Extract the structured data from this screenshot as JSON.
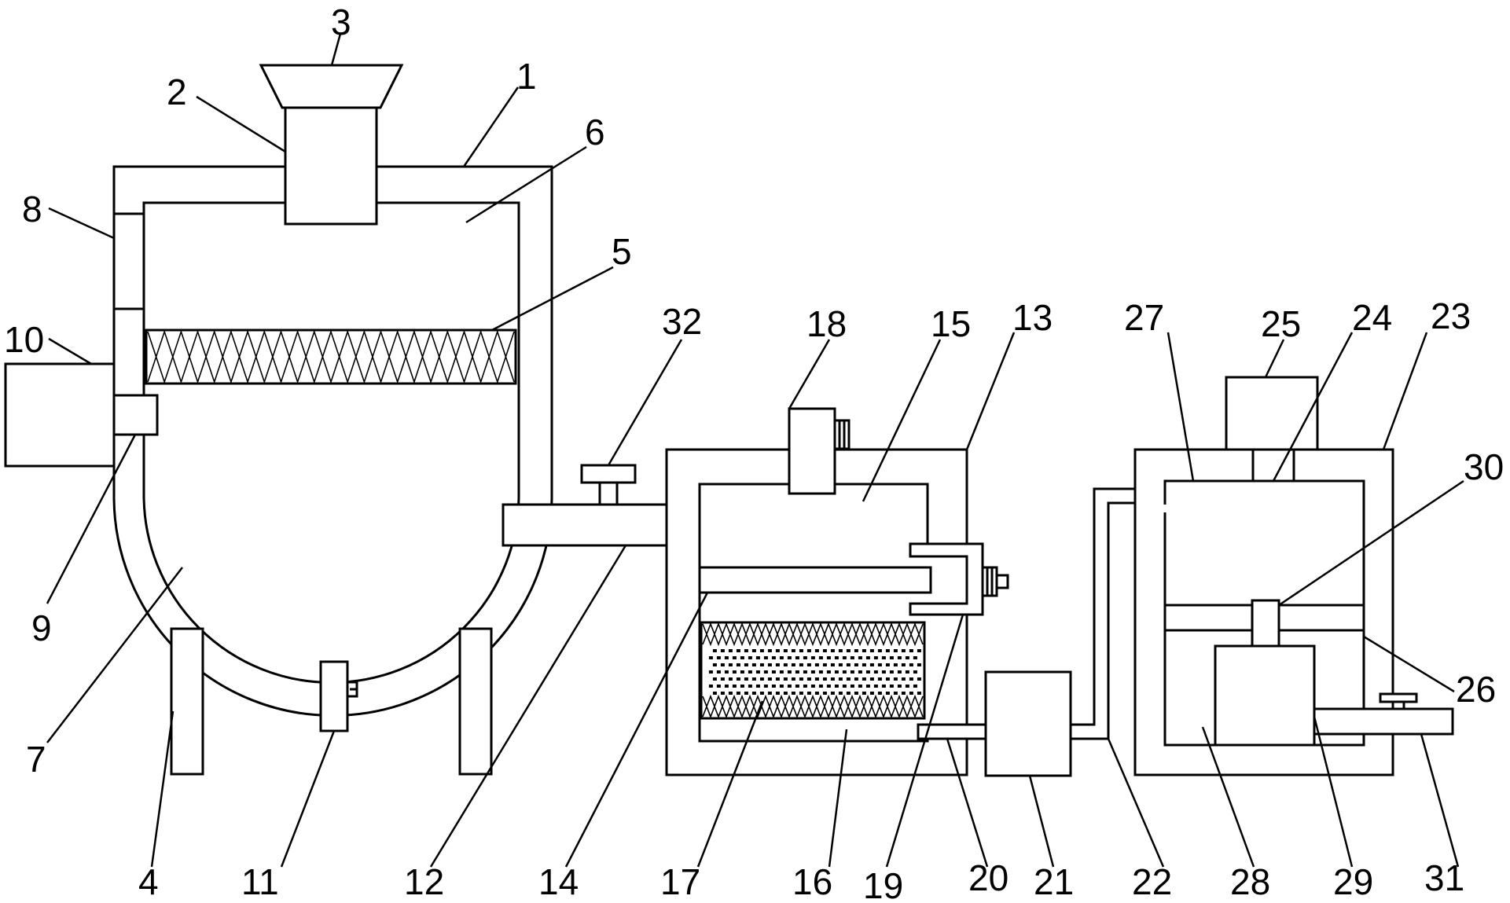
{
  "labels": {
    "n1": "1",
    "n2": "2",
    "n3": "3",
    "n4": "4",
    "n5": "5",
    "n6": "6",
    "n7": "7",
    "n8": "8",
    "n9": "9",
    "n10": "10",
    "n11": "11",
    "n12": "12",
    "n13": "13",
    "n14": "14",
    "n15": "15",
    "n16": "16",
    "n17": "17",
    "n18": "18",
    "n19": "19",
    "n20": "20",
    "n21": "21",
    "n22": "22",
    "n23": "23",
    "n24": "24",
    "n25": "25",
    "n26": "26",
    "n27": "27",
    "n28": "28",
    "n29": "29",
    "n30": "30",
    "n31": "31",
    "n32": "32"
  },
  "colors": {
    "stroke": "#000000",
    "background": "#ffffff"
  }
}
